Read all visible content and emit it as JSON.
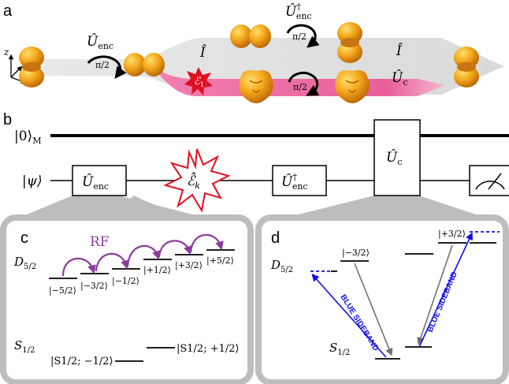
{
  "panels": {
    "a": {
      "label": "a",
      "axes": {
        "z": "z",
        "y": "y",
        "x": "x"
      },
      "ops": {
        "encode": "Û",
        "encode_sub": "enc",
        "identity": "Î",
        "error": "ℰ",
        "error_sub": "1",
        "decode_dagger": "Û",
        "decode_dagger_sub": "enc",
        "dagger": "†",
        "correction": "Û",
        "correction_sub": "c",
        "rotation": "π/2"
      },
      "colors": {
        "blob": "#f0a020",
        "error_band": "#e06098",
        "main_band": "#dcdcdc",
        "error_star": "#e01020"
      }
    },
    "b": {
      "label": "b",
      "qubit_ancilla": "|0⟩",
      "qubit_ancilla_sub": "M",
      "qubit_data": "|ψ⟩",
      "gate_enc": "Û",
      "gate_enc_sub": "enc",
      "gate_error": "ℰ̂",
      "gate_error_sub": "k",
      "gate_dec": "Û",
      "gate_dec_sub": "enc",
      "gate_dec_sup": "†",
      "gate_c": "Û",
      "gate_c_sub": "c",
      "meter_icon": "measurement-meter"
    },
    "c": {
      "label": "c",
      "rf_label": "RF",
      "d_level": "D",
      "d_level_sub": "5/2",
      "s_level": "S",
      "s_level_sub": "1/2",
      "d_states": [
        "|−5/2⟩",
        "|−3/2⟩",
        "|−1/2⟩",
        "|+1/2⟩",
        "|+3/2⟩",
        "|+5/2⟩"
      ],
      "s_states": [
        "|S1/2; −1/2⟩",
        "|S1/2; +1/2⟩"
      ],
      "colors": {
        "rf": "#8e3aa0"
      }
    },
    "d": {
      "label": "d",
      "d_level": "D",
      "d_level_sub": "5/2",
      "s_level": "S",
      "s_level_sub": "1/2",
      "d_states": [
        "|−3/2⟩",
        "|+3/2⟩"
      ],
      "sideband_label": "BLUE SIDEBAND",
      "colors": {
        "sideband": "#1010e0",
        "decay": "#707070"
      }
    }
  }
}
